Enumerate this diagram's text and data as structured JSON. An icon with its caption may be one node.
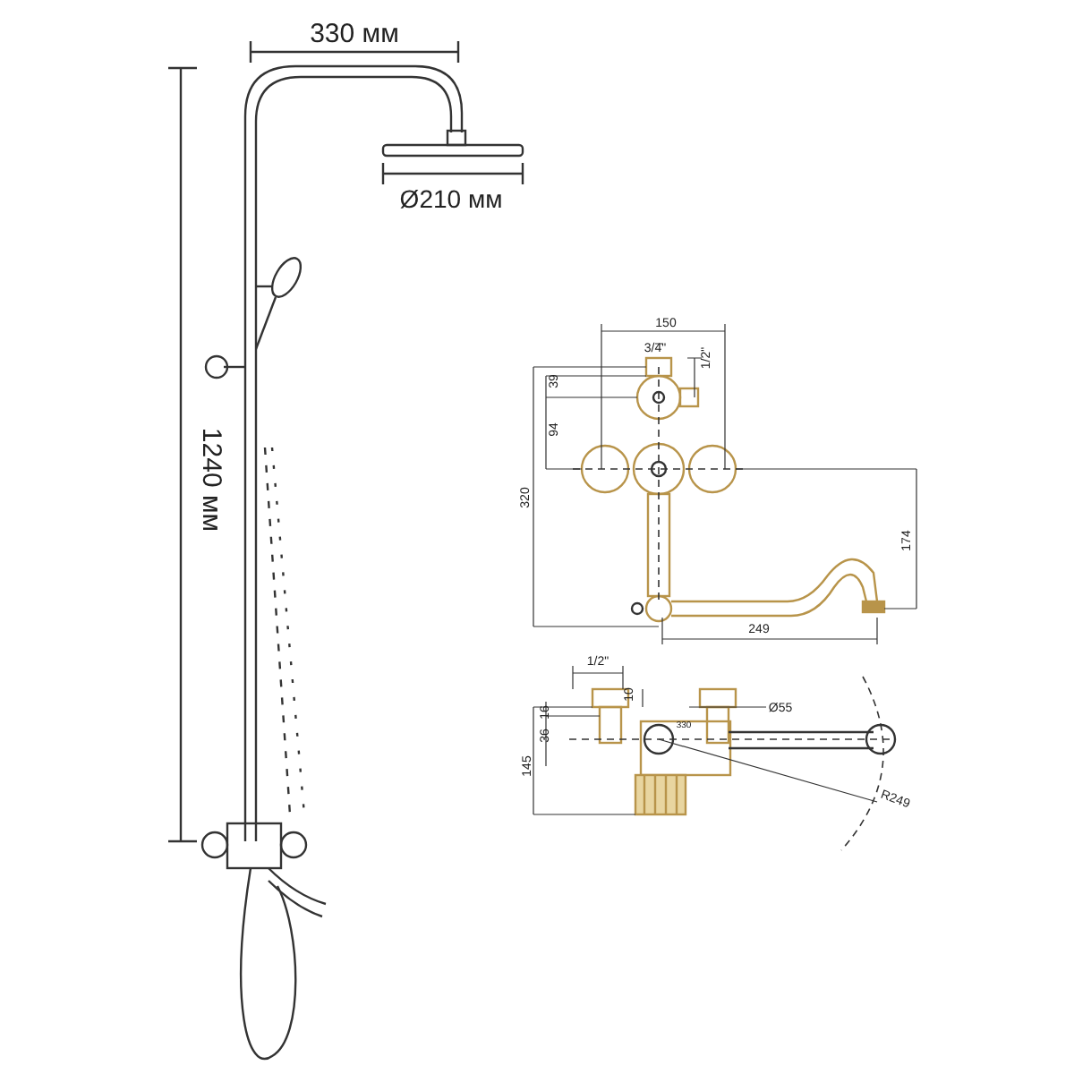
{
  "diagram": {
    "labels": [
      "330 мм",
      "Ø210 мм",
      "1240 мм",
      "150",
      "3/4\"",
      "1/2\"",
      "39",
      "94",
      "320",
      "174",
      "249",
      "1/2\"",
      "10",
      "16",
      "36",
      "145",
      "Ø55",
      "330",
      "R249"
    ]
  }
}
